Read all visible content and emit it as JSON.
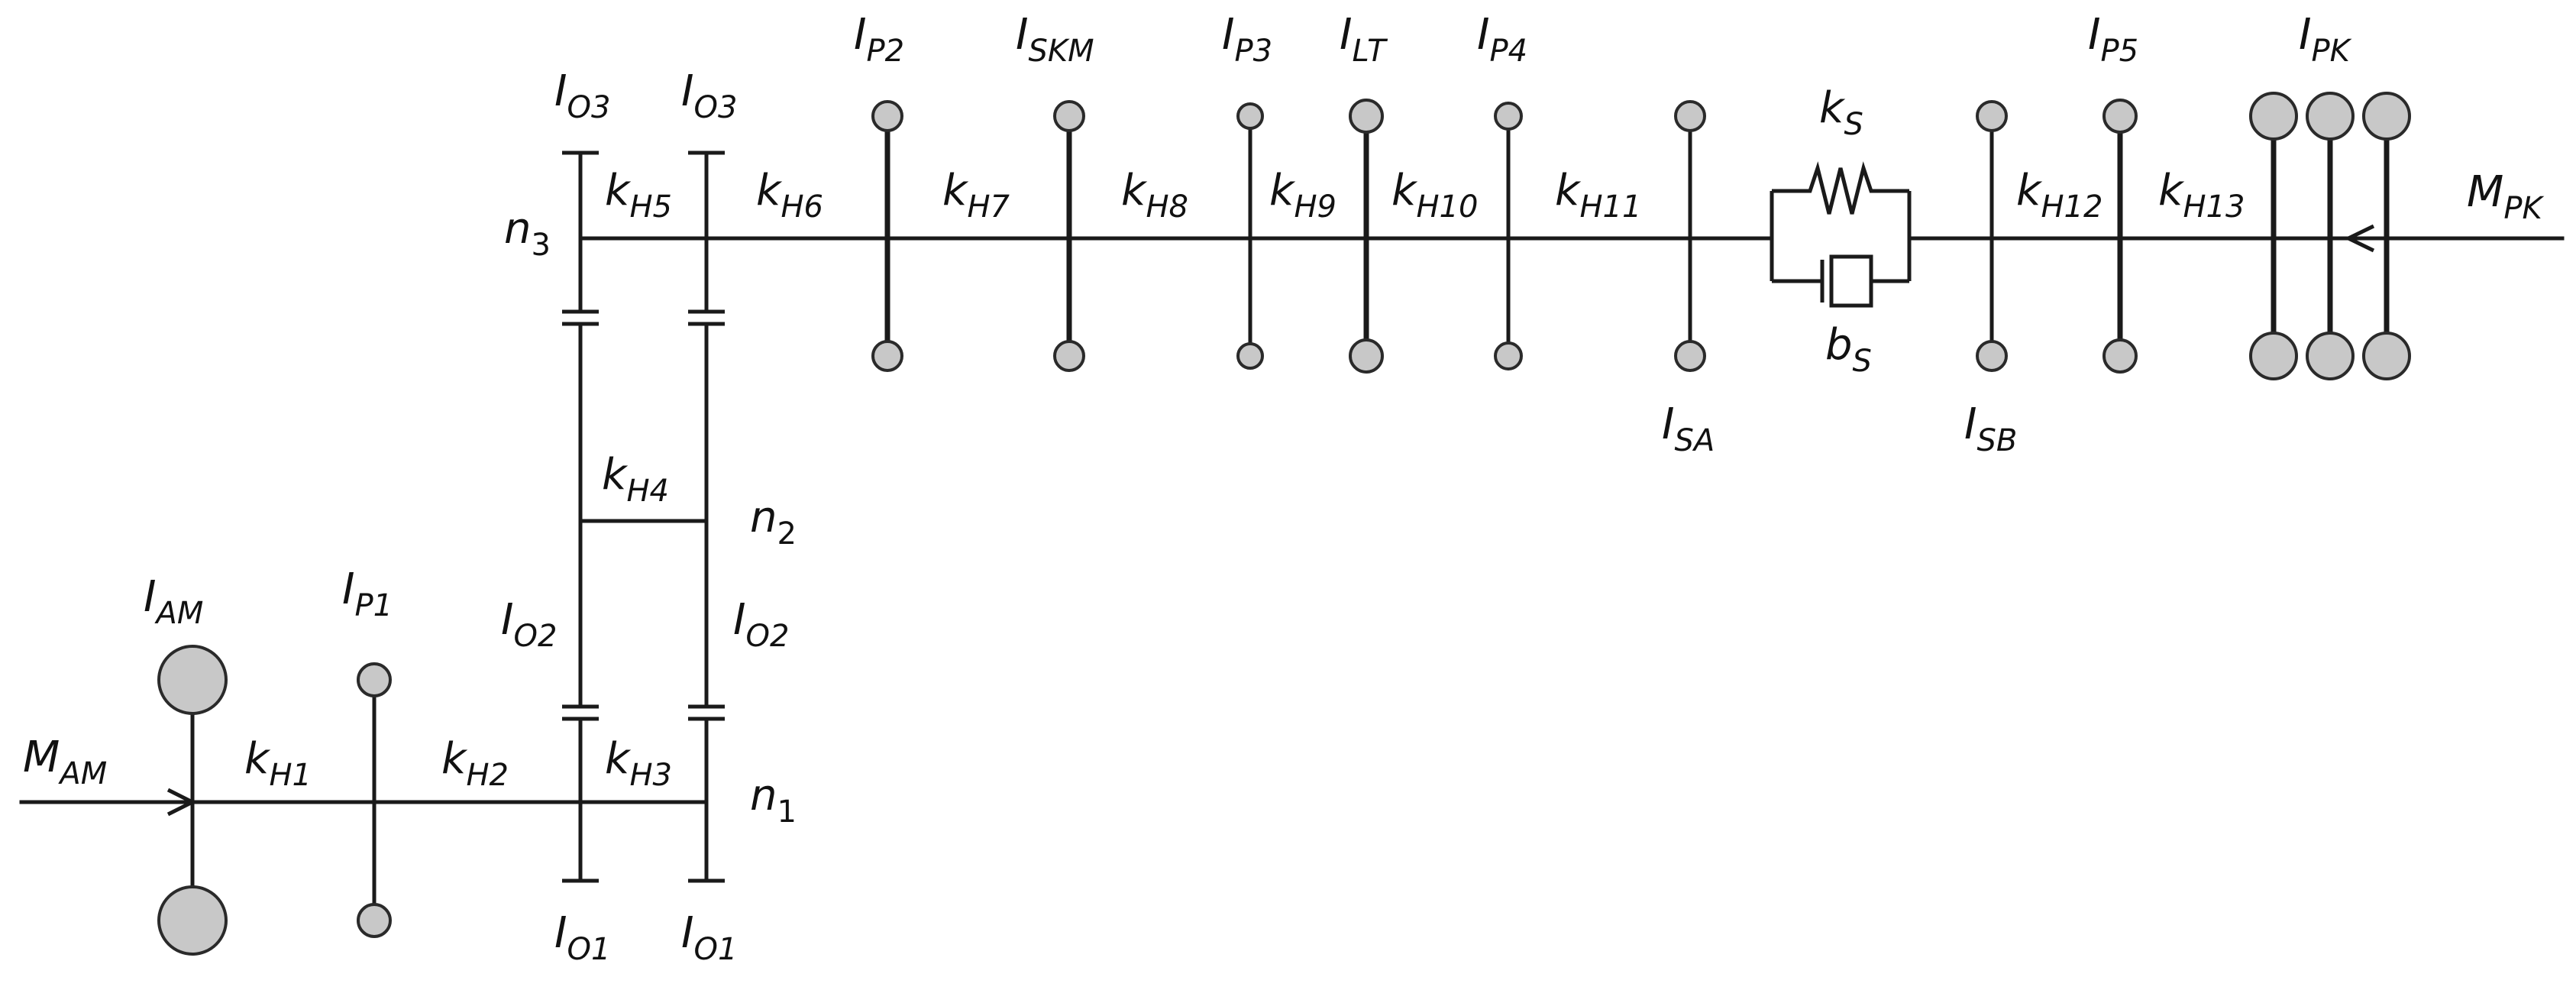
{
  "colors": {
    "line": "#1a1a1a",
    "disc_fill": "#c8c8c8",
    "disc_stroke": "#2a2a2a",
    "background": "#ffffff"
  },
  "inputs": {
    "motor_torque": {
      "base": "M",
      "sub": "AM"
    },
    "load_torque": {
      "base": "M",
      "sub": "PK"
    }
  },
  "inertias": {
    "motor": {
      "base": "I",
      "sub": "AM"
    },
    "p1": {
      "base": "I",
      "sub": "P1"
    },
    "o1_left": {
      "base": "I",
      "sub": "O1"
    },
    "o1_right": {
      "base": "I",
      "sub": "O1"
    },
    "o2_left": {
      "base": "I",
      "sub": "O2"
    },
    "o2_right": {
      "base": "I",
      "sub": "O2"
    },
    "o3_left": {
      "base": "I",
      "sub": "O3"
    },
    "o3_right": {
      "base": "I",
      "sub": "O3"
    },
    "p2": {
      "base": "I",
      "sub": "P2"
    },
    "skm": {
      "base": "I",
      "sub": "SKM"
    },
    "p3": {
      "base": "I",
      "sub": "P3"
    },
    "lt": {
      "base": "I",
      "sub": "LT"
    },
    "p4": {
      "base": "I",
      "sub": "P4"
    },
    "sa": {
      "base": "I",
      "sub": "SA"
    },
    "sb": {
      "base": "I",
      "sub": "SB"
    },
    "p5": {
      "base": "I",
      "sub": "P5"
    },
    "pk": {
      "base": "I",
      "sub": "PK"
    }
  },
  "stiffness": {
    "h1": {
      "base": "k",
      "sub": "H1"
    },
    "h2": {
      "base": "k",
      "sub": "H2"
    },
    "h3": {
      "base": "k",
      "sub": "H3"
    },
    "h4": {
      "base": "k",
      "sub": "H4"
    },
    "h5": {
      "base": "k",
      "sub": "H5"
    },
    "h6": {
      "base": "k",
      "sub": "H6"
    },
    "h7": {
      "base": "k",
      "sub": "H7"
    },
    "h8": {
      "base": "k",
      "sub": "H8"
    },
    "h9": {
      "base": "k",
      "sub": "H9"
    },
    "h10": {
      "base": "k",
      "sub": "H10"
    },
    "h11": {
      "base": "k",
      "sub": "H11"
    },
    "h12": {
      "base": "k",
      "sub": "H12"
    },
    "h13": {
      "base": "k",
      "sub": "H13"
    },
    "spring": {
      "base": "k",
      "sub": "S"
    }
  },
  "damping": {
    "damper": {
      "base": "b",
      "sub": "S"
    }
  },
  "speeds": {
    "n1": {
      "base": "n",
      "sub": "1"
    },
    "n2": {
      "base": "n",
      "sub": "2"
    },
    "n3": {
      "base": "n",
      "sub": "3"
    }
  }
}
